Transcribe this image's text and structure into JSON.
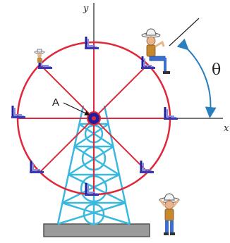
{
  "labels": {
    "y_axis": "y",
    "x_axis": "x",
    "angle": "θ",
    "point": "A"
  },
  "colors": {
    "wheel": "#e0283a",
    "tower": "#3ab8de",
    "hub": "#1e1ea0",
    "angle_arrow": "#2a7fbf",
    "axes": "#222222",
    "base": "#9a9a9a"
  },
  "icons": {
    "seat": "ferris-seat-icon",
    "rider_seated": "cowboy-rider-icon",
    "rider_ground": "cowboy-standing-icon"
  }
}
